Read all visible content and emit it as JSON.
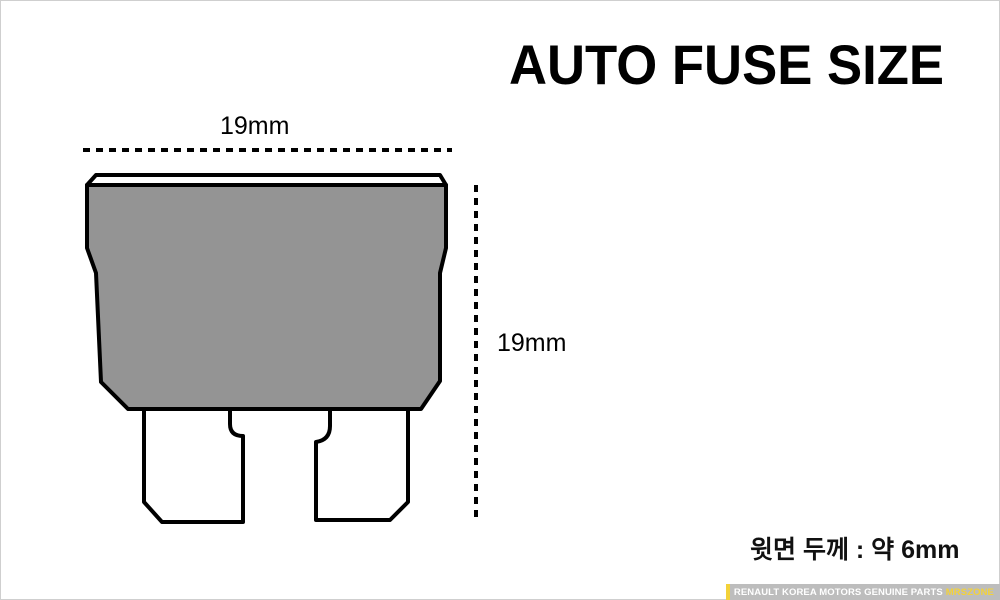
{
  "title": "AUTO FUSE SIZE",
  "width_label": "19mm",
  "height_label": "19mm",
  "thickness_note": "윗면 두께 : 약 6mm",
  "watermark": {
    "text": "RENAULT KOREA MOTORS GENUINE PARTS",
    "brand": "MRSZONE"
  },
  "colors": {
    "fuse_body": "#949494",
    "outline": "#000000",
    "accent": "#f3d23a"
  }
}
